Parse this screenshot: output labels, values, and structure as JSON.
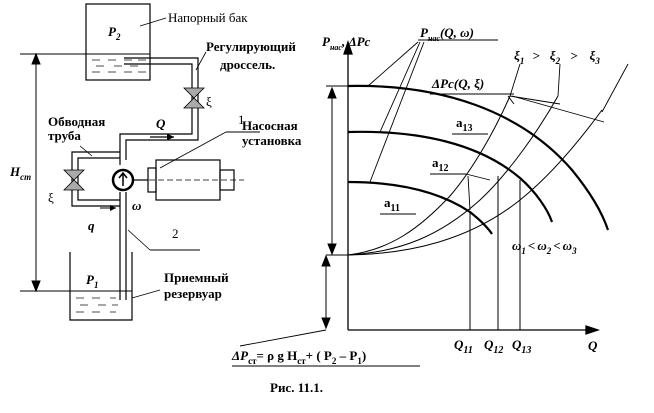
{
  "tank_top": {
    "label": "P",
    "sub": "2",
    "caption": "Напорный бак"
  },
  "tank_bottom": {
    "label": "P",
    "sub": "1",
    "caption_line1": "Приемный",
    "caption_line2": "резервуар"
  },
  "throttle": {
    "caption_line1": "Регулирующий",
    "caption_line2": "дроссель.",
    "xi": "ξ"
  },
  "bypass": {
    "caption_line1": "Обводная",
    "caption_line2": "труба",
    "xi": "ξ",
    "q": "q"
  },
  "pump": {
    "caption_line1": "Насосная",
    "caption_line2": "установка",
    "omega": "ω",
    "num1": "1",
    "num2": "2",
    "Q": "Q"
  },
  "height": {
    "main": "H",
    "sub": "ст"
  },
  "graph": {
    "y_axis": {
      "P": "P",
      "sub": "нас",
      "rest": ", ΔPс"
    },
    "x_axis": "Q",
    "pump_curve": "P",
    "pump_curve_sub": "нас",
    "pump_curve_args": "(Q, ω)",
    "system_curve": "ΔPс(Q, ξ)",
    "xi_order": {
      "xi1": "ξ",
      "s1": "1",
      "gt1": ">",
      "xi2": "ξ",
      "s2": "2",
      "gt2": ">",
      "xi3": "ξ",
      "s3": "3"
    },
    "omega_order": {
      "w1": "ω",
      "s1": "1",
      "lt1": "<",
      "w2": "ω",
      "s2": "2",
      "lt2": "<",
      "w3": "ω",
      "s3": "3"
    },
    "a_labels": [
      {
        "main": "a",
        "sub": "11"
      },
      {
        "main": "a",
        "sub": "12"
      },
      {
        "main": "a",
        "sub": "13"
      }
    ],
    "q_ticks": [
      {
        "main": "Q",
        "sub": "11"
      },
      {
        "main": "Q",
        "sub": "12"
      },
      {
        "main": "Q",
        "sub": "13"
      }
    ]
  },
  "formula": {
    "lhs_delta": "ΔP",
    "lhs_sub": "ст",
    "eq": "= ρ g H",
    "h_sub": "ст",
    "rest": "+ ( P",
    "p2": "2",
    "minus": " – P",
    "p1": "1",
    "close": ")"
  },
  "figure_caption": "Рис. 11.1."
}
